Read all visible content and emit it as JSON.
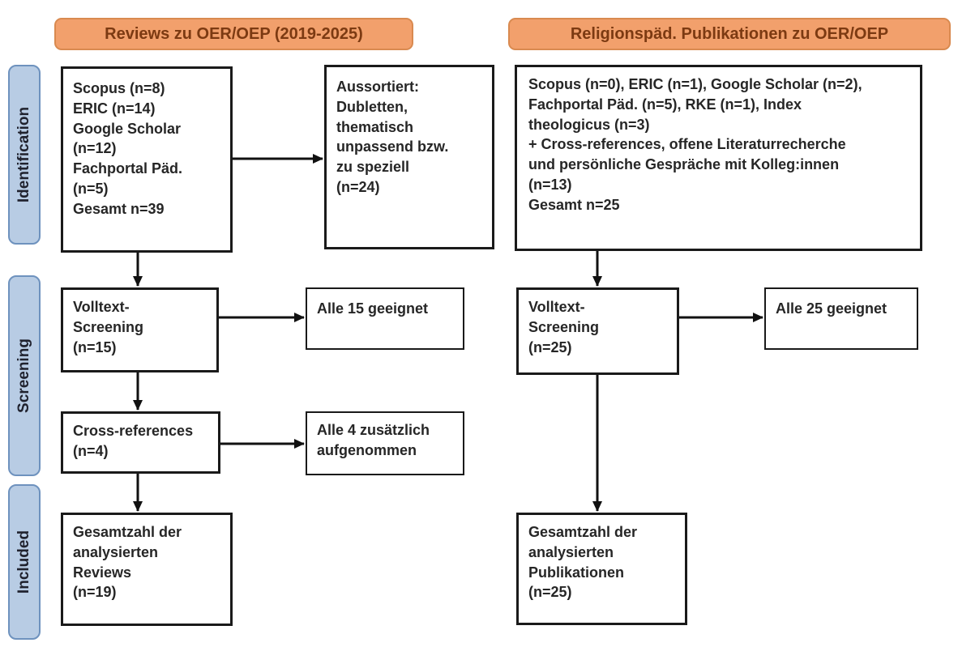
{
  "headers": {
    "left": "Reviews zu OER/OEP (2019-2025)",
    "right": "Religionspäd. Publikationen zu OER/OEP"
  },
  "stages": [
    {
      "label": "Identification"
    },
    {
      "label": "Screening"
    },
    {
      "label": "Included"
    }
  ],
  "boxes": {
    "left_sources": "Scopus (n=8)\nERIC (n=14)\nGoogle Scholar\n(n=12)\nFachportal Päd.\n(n=5)\nGesamt n=39",
    "left_excluded": "Aussortiert:\nDubletten,\nthematisch\nunpassend bzw.\nzu speziell\n(n=24)",
    "left_screening": "Volltext-\nScreening\n(n=15)",
    "left_screening_result": "Alle 15 geeignet",
    "left_crossref": "Cross-references\n(n=4)",
    "left_crossref_result": "Alle 4 zusätzlich\naufgenommen",
    "left_included": "Gesamtzahl der\nanalysierten\nReviews\n(n=19)",
    "right_sources": "Scopus (n=0), ERIC (n=1), Google Scholar (n=2),\nFachportal Päd. (n=5), RKE (n=1), Index\ntheologicus (n=3)\n+ Cross-references, offene Literaturrecherche\nund persönliche Gespräche mit Kolleg:innen\n(n=13)\nGesamt n=25",
    "right_screening": "Volltext-\nScreening\n(n=25)",
    "right_screening_result": "Alle 25 geeignet",
    "right_included": "Gesamtzahl der\nanalysierten\nPublikationen\n(n=25)"
  },
  "colors": {
    "header_fill": "#F2A06C",
    "header_border": "#D98A50",
    "header_text": "#7C3A12",
    "stage_fill": "#B8CCE4",
    "stage_border": "#6E92BE",
    "box_border": "#1A1A1A",
    "text": "#262626"
  }
}
